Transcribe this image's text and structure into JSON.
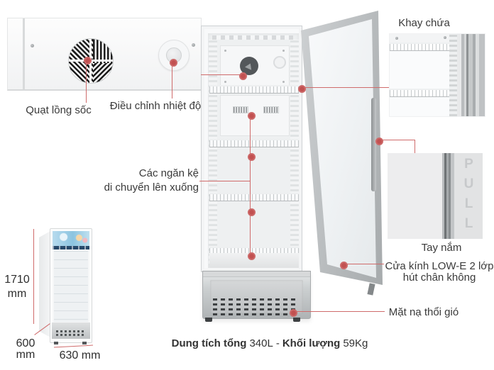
{
  "colors": {
    "accent_red": "#cf6b6b",
    "label_text": "#3a3a3a",
    "banner_navy": "#27496b"
  },
  "top_left": {
    "fan_label": "Quạt lồng sốc",
    "thermostat_label": "Điều chỉnh nhiệt độ"
  },
  "top_right": {
    "tray_label": "Khay chứa"
  },
  "middle": {
    "shelves_label_line1": "Các ngăn kệ",
    "shelves_label_line2": "di chuyển lên xuống"
  },
  "right": {
    "handle_label": "Tay nắm",
    "handle_emboss": "PULL",
    "door_label_line1": "Cửa kính LOW-E 2 lớp",
    "door_label_line2": "hút chân không",
    "vent_label": "Mặt nạ thổi gió"
  },
  "dimensions": {
    "height_value": "1710",
    "height_unit": "mm",
    "depth_value": "600",
    "depth_unit": "mm",
    "width_value": "630 mm"
  },
  "caption": {
    "capacity_label": "Dung tích tổng",
    "capacity_value": "340L",
    "separator": "-",
    "weight_label": "Khối lượng",
    "weight_value": "59Kg"
  }
}
